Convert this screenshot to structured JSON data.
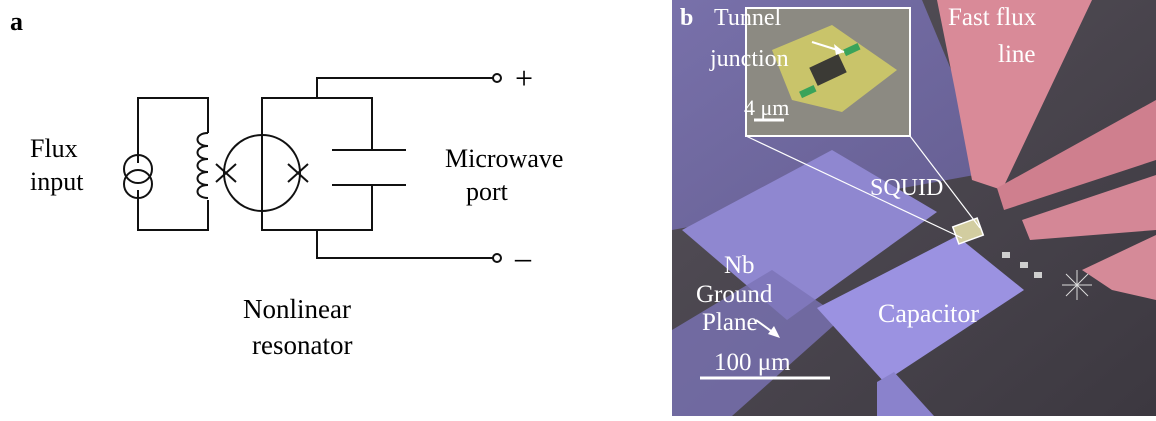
{
  "panel_a": {
    "label": "a",
    "flux_input_line1": "Flux",
    "flux_input_line2": "input",
    "microwave_line1": "Microwave",
    "microwave_line2": "port",
    "plus": "+",
    "minus": "–",
    "resonator_line1": "Nonlinear",
    "resonator_line2": "resonator"
  },
  "panel_b": {
    "label": "b",
    "tunnel_line1": "Tunnel",
    "tunnel_line2": "junction",
    "inset_scale": "4 μm",
    "fast_flux_line1": "Fast flux",
    "fast_flux_line2": "line",
    "squid": "SQUID",
    "nb": "Nb",
    "ground": "Ground",
    "plane": "Plane",
    "capacitor": "Capacitor",
    "scale": "100 μm"
  },
  "colors": {
    "ground_plane": "#8e86cf",
    "capacitor": "#9a90e0",
    "flux_line": "#d98a98",
    "substrate": "#4b4650",
    "junction": "#c9c46a",
    "junction_green": "#3aa35a"
  }
}
